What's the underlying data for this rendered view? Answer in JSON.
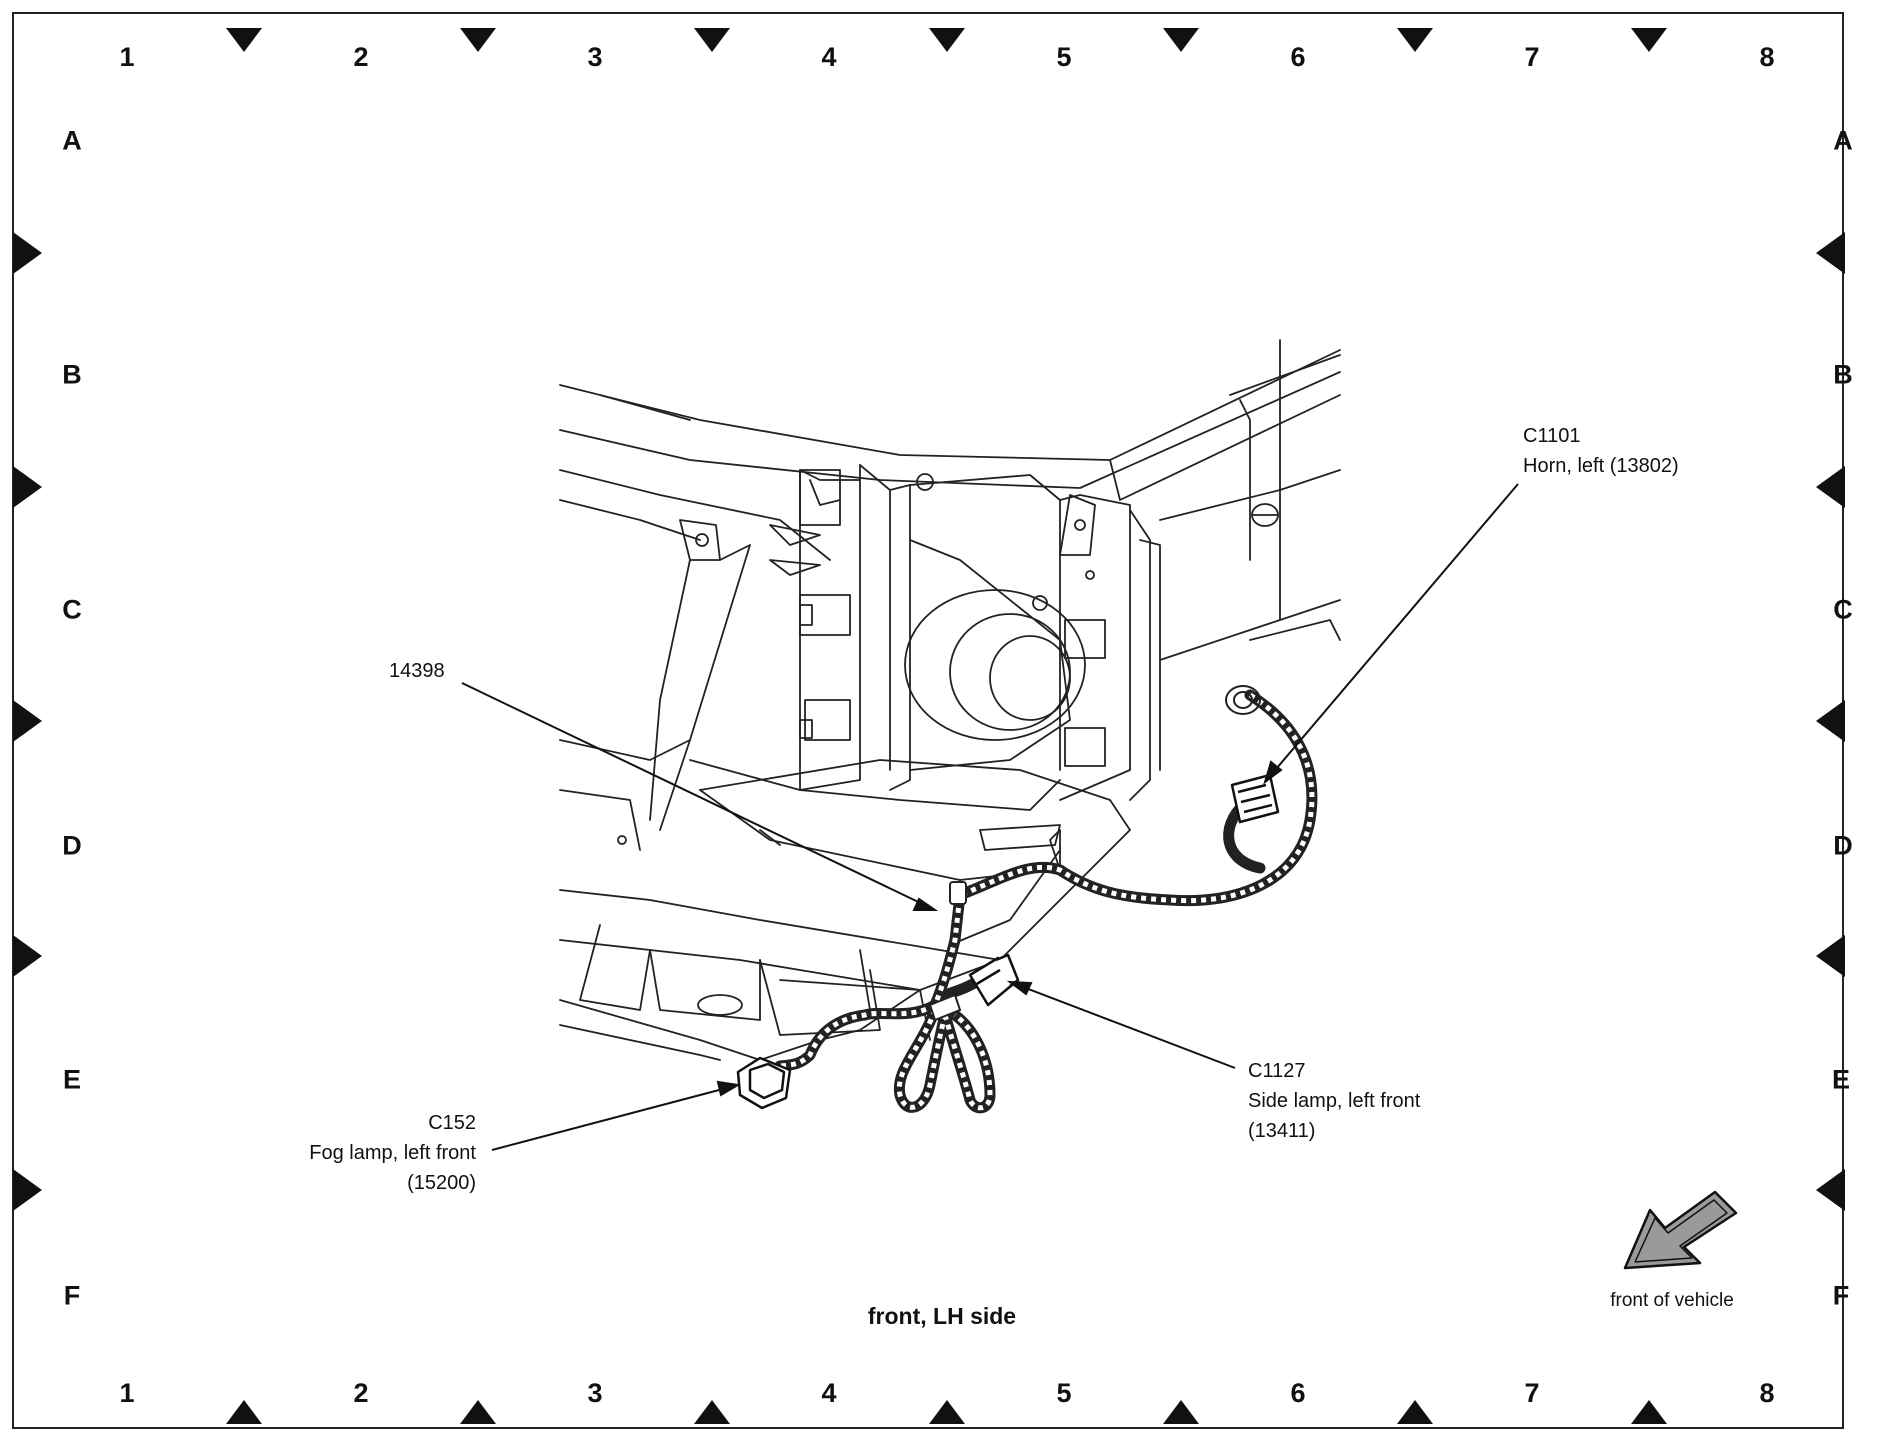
{
  "grid": {
    "columns": [
      "1",
      "2",
      "3",
      "4",
      "5",
      "6",
      "7",
      "8"
    ],
    "rows": [
      "A",
      "B",
      "C",
      "D",
      "E",
      "F"
    ]
  },
  "callouts": {
    "harness": {
      "code": "14398"
    },
    "horn": {
      "code": "C1101",
      "desc": "Horn, left (13802)"
    },
    "side_lamp": {
      "code": "C1127",
      "desc": "Side lamp, left front",
      "part": "(13411)"
    },
    "fog_lamp": {
      "code": "C152",
      "desc": "Fog lamp, left front",
      "part": "(15200)"
    }
  },
  "caption": "front, LH side",
  "orientation_label": "front of vehicle",
  "colors": {
    "ink": "#111111",
    "border": "#222222",
    "arrow_fill": "#9a9a9a"
  }
}
